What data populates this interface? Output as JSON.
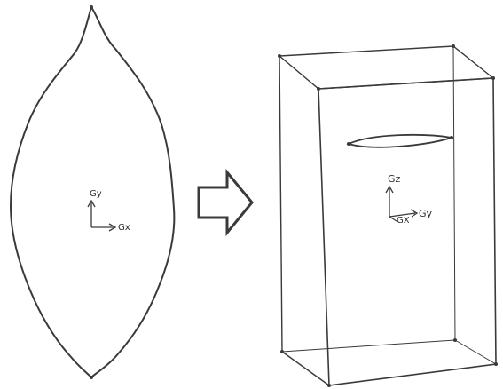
{
  "left_figure": {
    "axis_y_label": "Gy",
    "axis_x_label": "Gx"
  },
  "right_figure": {
    "axis_z_label": "Gz",
    "axis_y_label": "Gy",
    "axis_x_label": "GX"
  },
  "colors": {
    "line": "#3a3a3a",
    "background": "#ffffff"
  }
}
